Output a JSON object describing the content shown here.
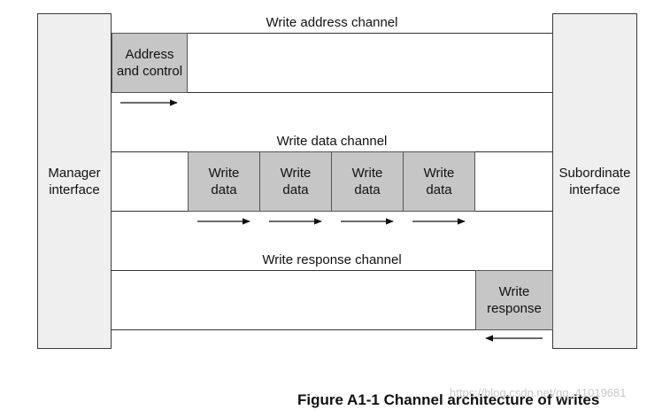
{
  "manager": {
    "label": "Manager\ninterface"
  },
  "subordinate": {
    "label": "Subordinate\ninterface"
  },
  "channels": {
    "write_address": {
      "title": "Write address channel",
      "block": "Address\nand control"
    },
    "write_data": {
      "title": "Write data channel",
      "blocks": [
        "Write\ndata",
        "Write\ndata",
        "Write\ndata",
        "Write\ndata"
      ]
    },
    "write_response": {
      "title": "Write response channel",
      "block": "Write\nresponse"
    }
  },
  "caption": "Figure A1-1 Channel architecture of writes",
  "watermark": "https://blog.csdn.net/qq_41019681",
  "colors": {
    "block_fill": "#c6c6c6",
    "side_fill": "#efefef",
    "stroke": "#333333"
  }
}
